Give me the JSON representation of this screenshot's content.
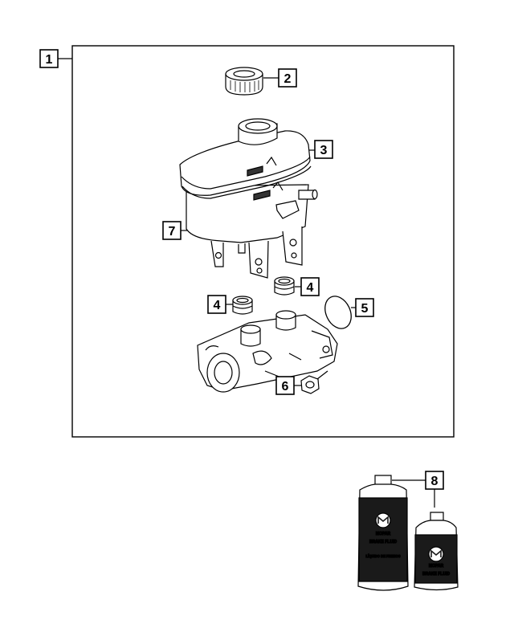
{
  "callouts": {
    "c1": "1",
    "c2": "2",
    "c3": "3",
    "c4a": "4",
    "c4b": "4",
    "c5": "5",
    "c6": "6",
    "c7": "7",
    "c8": "8"
  },
  "bottle_labels": {
    "large_brand": "MOPAR",
    "large_product": "BRAKE FLUID",
    "large_product_es": "LÍQUIDO DE FRENOS",
    "small_brand": "MOPAR",
    "small_product": "BRAKE FLUID"
  },
  "colors": {
    "line": "#000000",
    "bottle_dark": "#1a1a1a"
  }
}
